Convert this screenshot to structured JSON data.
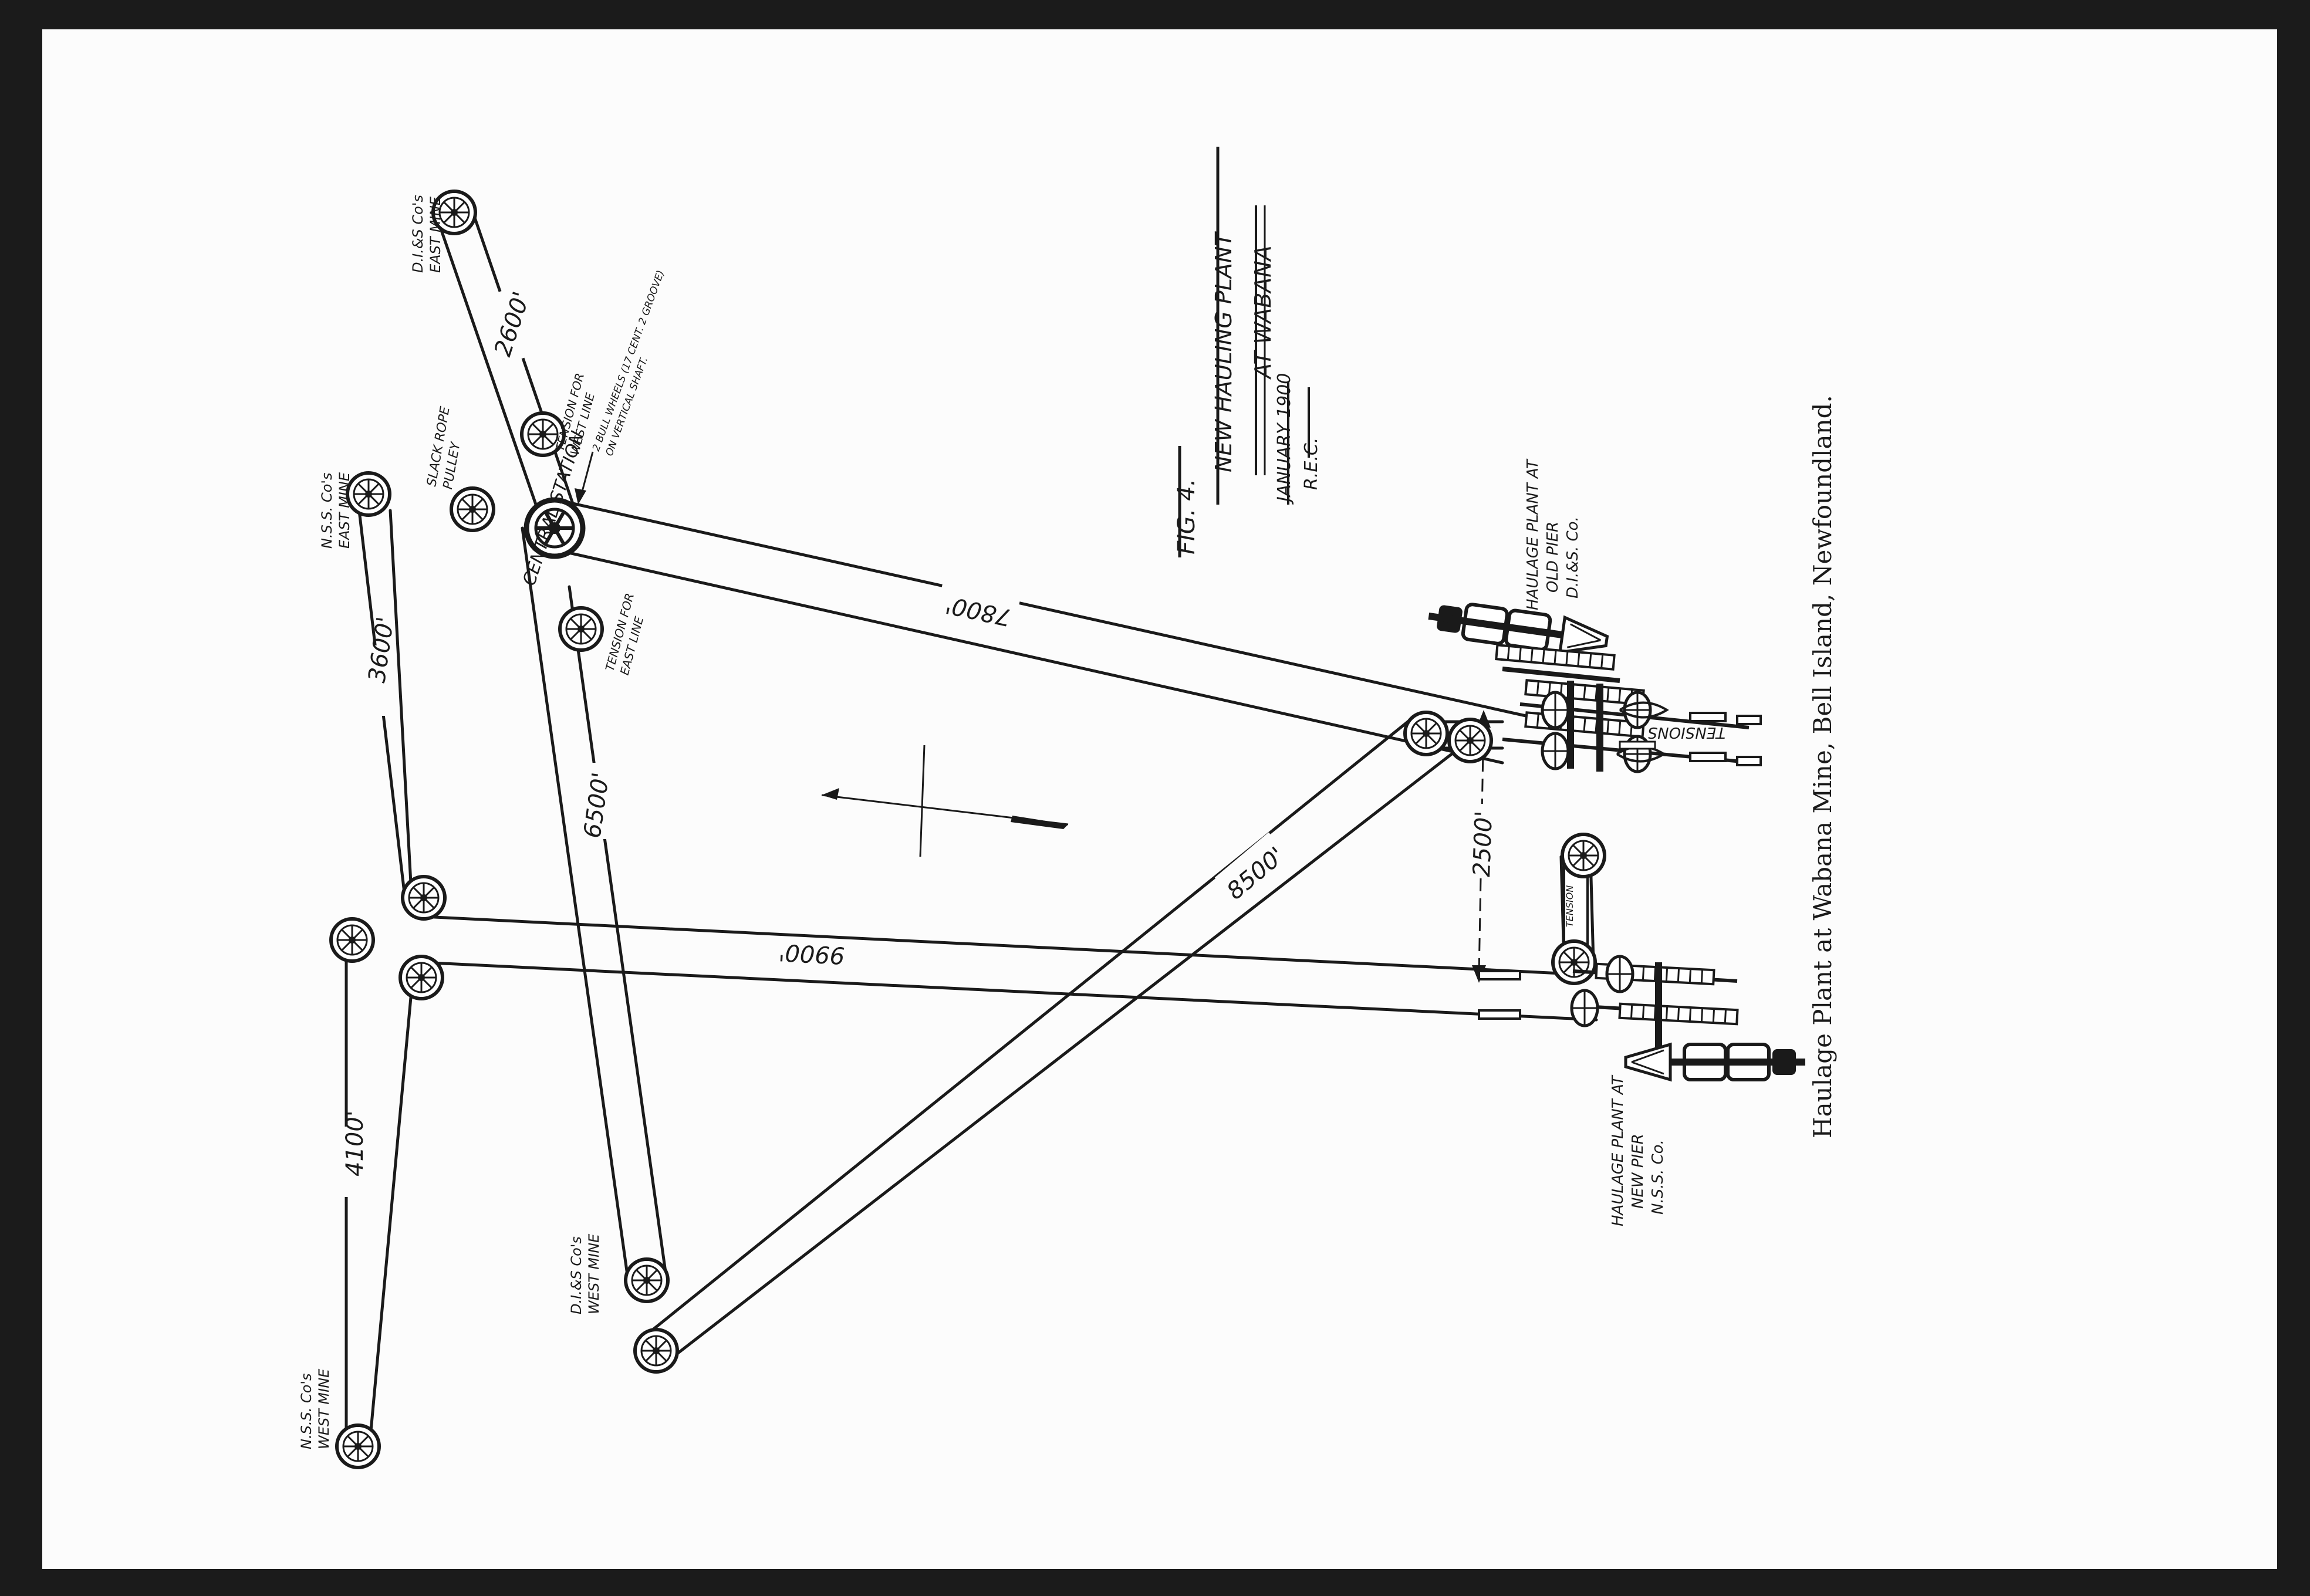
{
  "figure": {
    "fig_label": "FIG. 4.",
    "title": "NEW HAULING PLANT",
    "subtitle": "AT WABANA",
    "date": "JANUARY 1900",
    "initials": "R.E.C."
  },
  "caption": "Haulage Plant at Wabana Mine, Bell Island, Newfoundland.",
  "labels": {
    "nss_east_mine": [
      "N.S.S. Co's",
      "EAST MINE"
    ],
    "nss_west_mine": [
      "N.S.S. Co's",
      "WEST MINE"
    ],
    "di_east_mine": [
      "D.I.&S Co's",
      "EAST MINE"
    ],
    "di_west_mine": [
      "D.I.&S Co's",
      "WEST MINE"
    ],
    "slack_rope_pulley": [
      "SLACK ROPE",
      "PULLEY"
    ],
    "central_station": "CENTRAL STATION",
    "tension_west_line": [
      "TENSION FOR",
      "WEST LINE"
    ],
    "tension_east_line": [
      "TENSION FOR",
      "EAST LINE"
    ],
    "bull_wheels": [
      "2 BULL WHEELS (17 CENT. 2 GROOVE)",
      "ON VERTICAL SHAFT."
    ],
    "haulage_old_pier": [
      "HAULAGE PLANT AT",
      "OLD PIER",
      "D.I.&S. Co."
    ],
    "haulage_new_pier": [
      "HAULAGE PLANT AT",
      "NEW PIER",
      "N.S.S. Co."
    ],
    "tensions": "TENSIONS",
    "tension_small": "TENSION"
  },
  "distances": {
    "d2600": "2600'",
    "d3600": "3600'",
    "d4100": "4100'",
    "d6500": "6500'",
    "d7800": "7800'",
    "d8500": "8500'",
    "d9900": "9900'",
    "d2500": "2500'"
  },
  "icons": [
    "sheave-wheel-icon",
    "bull-wheel-icon",
    "winding-drum-icon",
    "north-arrow-icon"
  ]
}
